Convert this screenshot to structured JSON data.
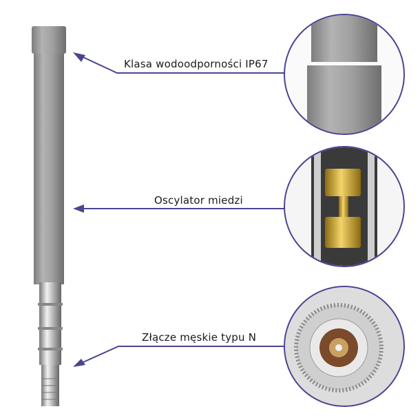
{
  "callouts": [
    {
      "label": "Klasa wodoodporności IP67"
    },
    {
      "label": "Oscylator miedzi"
    },
    {
      "label": "Złącze męskie typu N"
    }
  ],
  "colors": {
    "line": "#4a4590",
    "antenna": "#9a9a9a",
    "circle_border": "#4a4590"
  }
}
